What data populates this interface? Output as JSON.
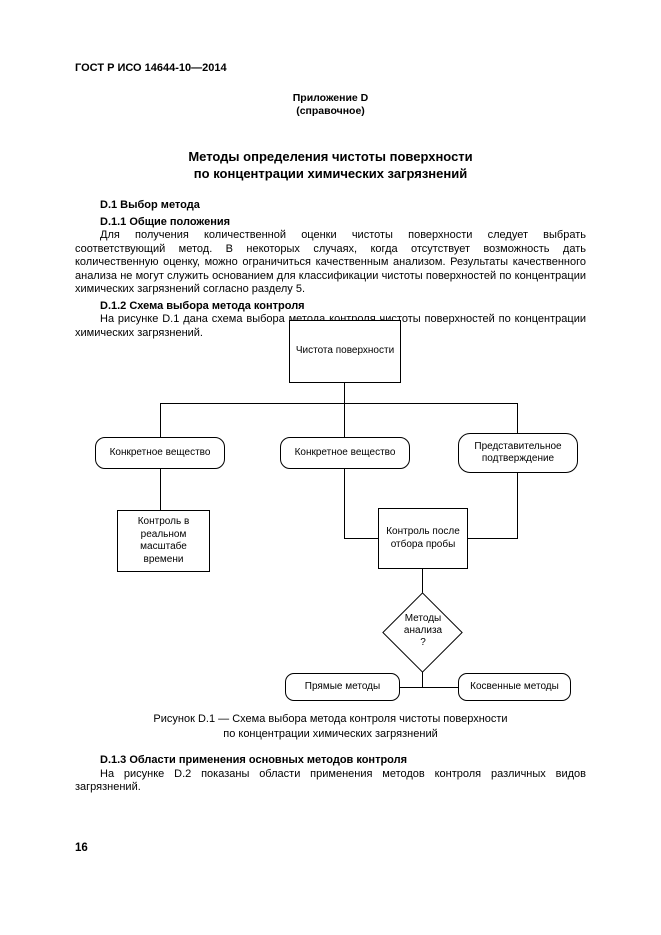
{
  "page": {
    "header": "ГОСТ Р ИСО 14644-10—2014",
    "annex_label": "Приложение D",
    "annex_type": "(справочное)",
    "title_line1": "Методы определения чистоты поверхности",
    "title_line2": "по концентрации химических загрязнений",
    "page_number": "16"
  },
  "sections": {
    "d1_heading": "D.1 Выбор метода",
    "d11_heading": "D.1.1 Общие положения",
    "d11_body": "Для получения количественной оценки чистоты поверхности следует выбрать соответствующий метод. В некоторых случаях, когда отсутствует возможность дать количественную оценку, можно ограничиться качественным анализом. Результаты качественного анализа не могут служить основанием для классификации чистоты поверхностей по концентрации химических загрязнений согласно разделу 5.",
    "d12_heading": "D.1.2 Схема выбора метода контроля",
    "d12_body": "На рисунке D.1 дана схема выбора метода контроля чистоты поверхностей по концентрации химических загрязнений.",
    "d13_heading": "D.1.3 Области применения основных методов контроля",
    "d13_body": "На рисунке D.2 показаны области применения методов контроля различных видов загрязнений."
  },
  "figure": {
    "caption_line1": "Рисунок D.1 — Схема выбора метода контроля чистоты поверхности",
    "caption_line2": "по концентрации химических загрязнений",
    "nodes": {
      "top": "Чистота поверхности",
      "left": "Конкретное вещество",
      "middle": "Конкретное вещество",
      "right": "Представительное подтверждение",
      "realtime": "Контроль в реальном масштабе времени",
      "sampling": "Контроль после отбора пробы",
      "decision_line1": "Методы",
      "decision_line2": "анализа",
      "decision_line3": "?",
      "direct": "Прямые методы",
      "indirect": "Косвенные методы"
    }
  }
}
